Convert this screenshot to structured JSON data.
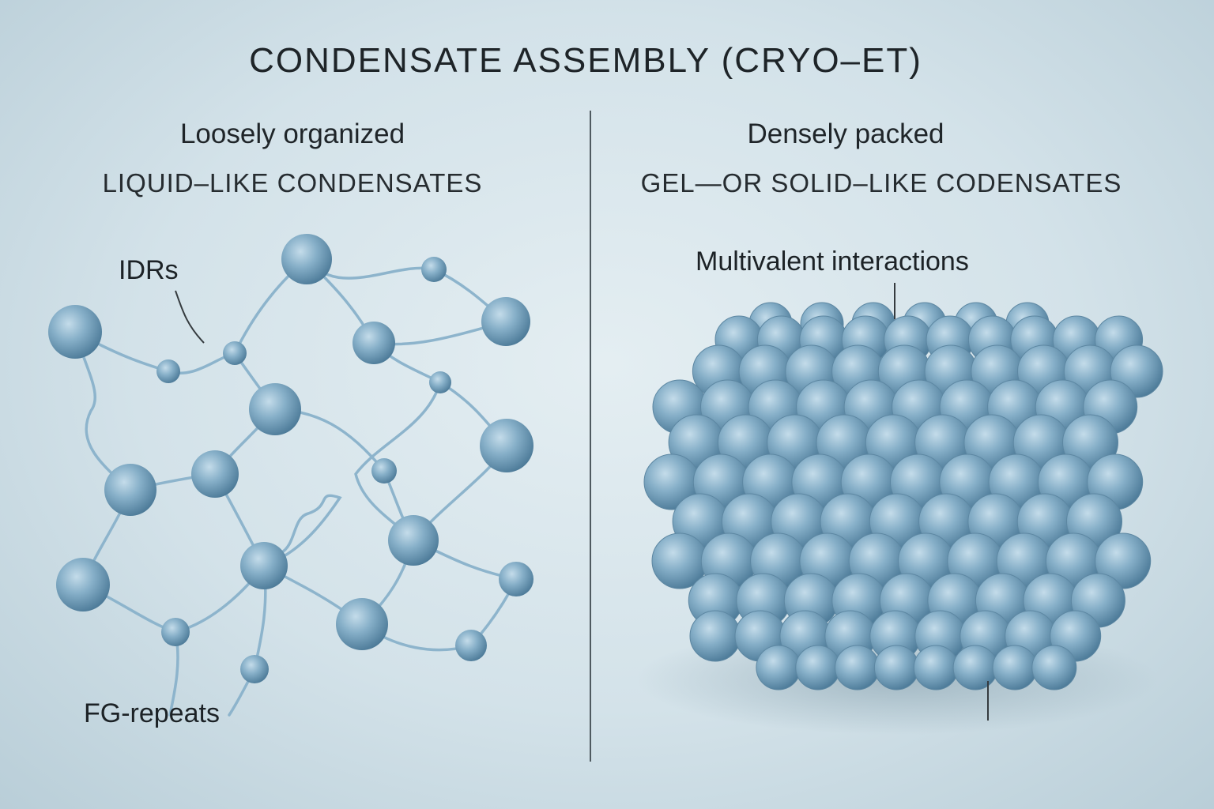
{
  "title": "CONDENSATE ASSEMBLY (CRYO–ET)",
  "left_panel": {
    "subtitle": "Loosely organized",
    "heading": "LIQUID–LIKE CONDENSATES",
    "label_idrs": "IDRs",
    "label_fg": "FG-repeats"
  },
  "right_panel": {
    "subtitle": "Densely packed",
    "heading": "GEL—OR SOLID–LIKE CODENSATES",
    "label_multivalent": "Multivalent interactions"
  },
  "colors": {
    "sphere": "#7fa9c4",
    "sphere_highlight": "#c4dcea",
    "sphere_shadow": "#4a7896",
    "linker": "#8db4cc"
  }
}
